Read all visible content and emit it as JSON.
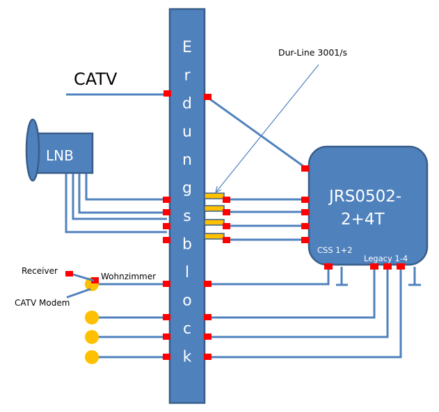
{
  "diagram": {
    "block_letters": [
      "E",
      "r",
      "d",
      "u",
      "n",
      "g",
      "s",
      "b",
      "l",
      "o",
      "c",
      "k"
    ],
    "catv_label": "CATV",
    "lnb_label": "LNB",
    "cable_label": "Dur-Line 3001/s",
    "multiswitch": {
      "line1": "JRS0502-",
      "line2": "2+4T",
      "css_label": "CSS 1+2",
      "legacy_label": "Legacy 1-4"
    },
    "receiver_label": "Receiver",
    "modem_label": "CATV Modem",
    "room_label": "Wohnzimmer",
    "colors": {
      "blue": "#4f81bd",
      "blue_dark": "#385d8a",
      "red": "#ff0000",
      "yellow": "#ffc000",
      "text": "#000000",
      "white": "#ffffff"
    }
  }
}
